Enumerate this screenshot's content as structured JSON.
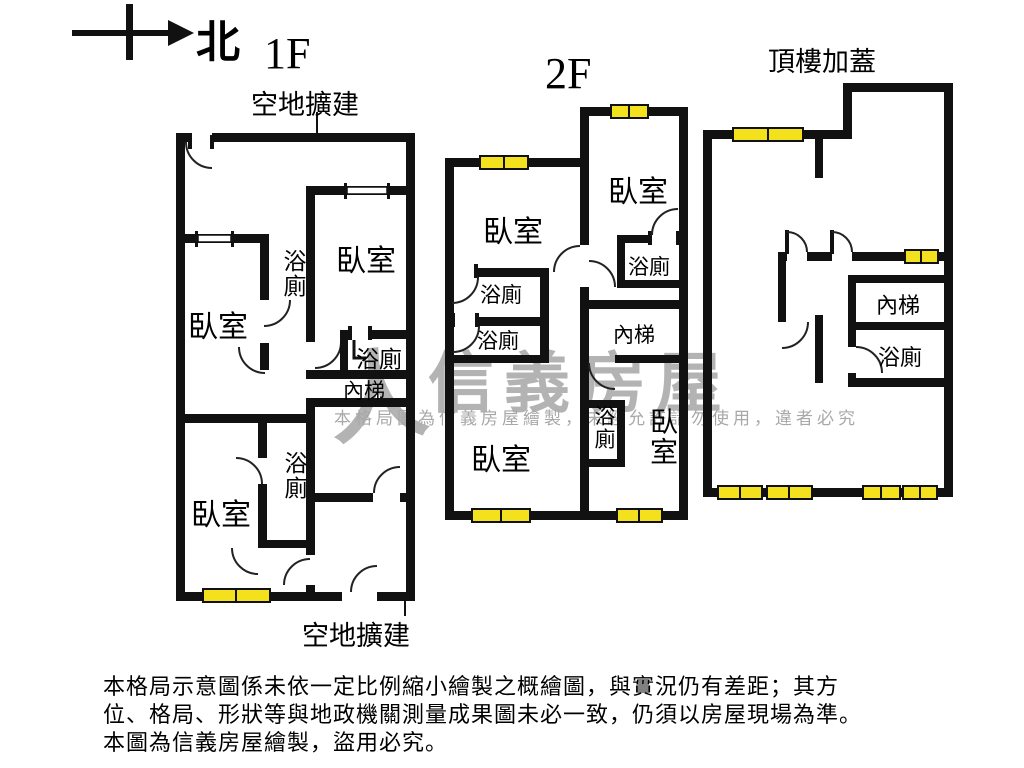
{
  "compass": {
    "label": "北"
  },
  "floors": {
    "f1": {
      "title": "1F",
      "note_top": "空地擴建",
      "note_bottom": "空地擴建",
      "rooms": [
        "臥室",
        "浴廁",
        "臥室",
        "浴廁",
        "內梯",
        "浴廁",
        "臥室"
      ]
    },
    "f2": {
      "title": "2F",
      "rooms": [
        "臥室",
        "臥室",
        "浴廁",
        "浴廁",
        "浴廁",
        "內梯",
        "浴廁",
        "臥室",
        "臥室"
      ]
    },
    "roof": {
      "title": "頂樓加蓋",
      "rooms": [
        "內梯",
        "浴廁"
      ]
    }
  },
  "watermark": {
    "brand": "信義房屋",
    "notice": "本格局圖為信義房屋繪製，未經允許請勿使用，違者必究"
  },
  "disclaimer": [
    "本格局示意圖係未依一定比例縮小繪製之概繪圖，與實況仍有差距；其方",
    "位、格局、形狀等與地政機關測量成果圖未必一致，仍須以房屋現場為準。",
    "本圖為信義房屋繪製，盜用必究。"
  ],
  "colors": {
    "wall": "#111111",
    "window_fill": "#f3e11e",
    "watermark_gray": "#b3b3b3"
  }
}
